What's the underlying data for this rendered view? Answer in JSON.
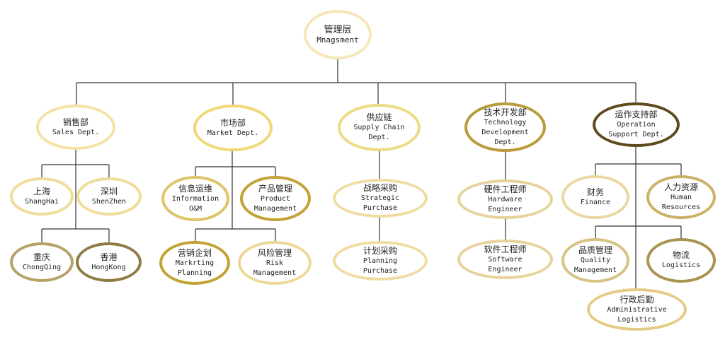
{
  "nodes": {
    "root": {
      "zh": "管理层",
      "en": "Mnagsment",
      "color": "#f6e7b8"
    },
    "sales": {
      "zh": "销售部",
      "en": "Sales Dept.",
      "color": "#f4e2a6"
    },
    "shanghai": {
      "zh": "上海",
      "en": "ShangHai",
      "color": "#f0dc9a"
    },
    "shenzhen": {
      "zh": "深圳",
      "en": "ShenZhen",
      "color": "#f0dc9a"
    },
    "chongqing": {
      "zh": "重庆",
      "en": "ChongQing",
      "color": "#b6a268"
    },
    "hongkong": {
      "zh": "香港",
      "en": "HongKong",
      "color": "#8f7b44"
    },
    "market": {
      "zh": "市场部",
      "en": "Market Dept.",
      "color": "#f1d777"
    },
    "om": {
      "zh": "信息运维",
      "en": "Information\nO&M",
      "color": "#dfc46a"
    },
    "product": {
      "zh": "产品管理",
      "en": "Product\nManagement",
      "color": "#c3a338"
    },
    "planning": {
      "zh": "营销企划",
      "en": "Markrting\nPlanning",
      "color": "#c2a233"
    },
    "risk": {
      "zh": "风险管理",
      "en": "Risk\nManagement",
      "color": "#ecd998"
    },
    "supply": {
      "zh": "供应链",
      "en": "Supply Chain\nDept.",
      "color": "#eedb85"
    },
    "strategic": {
      "zh": "战略采购",
      "en": "Strategic\nPurchase",
      "color": "#f0dca2"
    },
    "planpurchase": {
      "zh": "计划采购",
      "en": "Planning\nPurchase",
      "color": "#f0dca2"
    },
    "tech": {
      "zh": "技术开发部",
      "en": "Technology\nDevelopment\nDept.",
      "color": "#b99b3b"
    },
    "hardware": {
      "zh": "硬件工程师",
      "en": "Hardware\nEngineer",
      "color": "#e6d29a"
    },
    "software": {
      "zh": "软件工程师",
      "en": "Software\nEngineer",
      "color": "#e6d29a"
    },
    "operation": {
      "zh": "运作支持部",
      "en": "Operation\nSupport Dept.",
      "color": "#5e4a1c"
    },
    "finance": {
      "zh": "财务",
      "en": "Finance",
      "color": "#e9d8a2"
    },
    "hr": {
      "zh": "人力资源",
      "en": "Human\nResources",
      "color": "#c9b266"
    },
    "quality": {
      "zh": "品质管理",
      "en": "Quality\nManagement",
      "color": "#d8c385"
    },
    "logistics": {
      "zh": "物流",
      "en": "Logistics",
      "color": "#a9934f"
    },
    "admin": {
      "zh": "行政后勤",
      "en": "Administrative\nLogistics",
      "color": "#e3cb84"
    }
  }
}
